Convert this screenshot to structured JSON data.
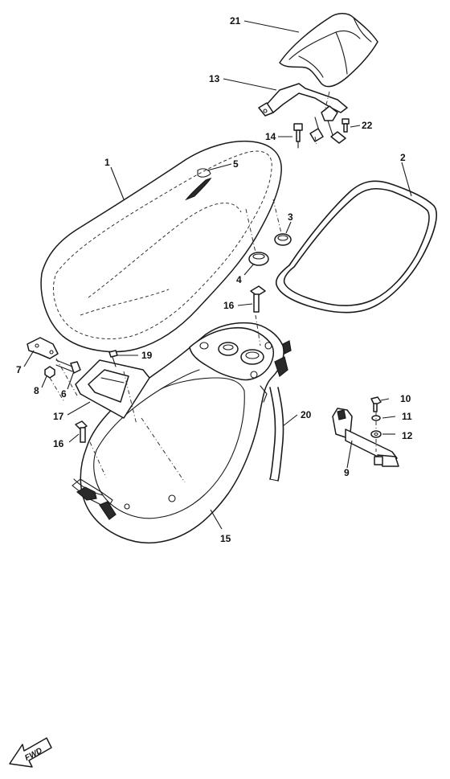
{
  "diagram": {
    "callouts": [
      {
        "id": "1",
        "label": "1"
      },
      {
        "id": "2",
        "label": "2"
      },
      {
        "id": "3",
        "label": "3"
      },
      {
        "id": "4",
        "label": "4"
      },
      {
        "id": "5",
        "label": "5"
      },
      {
        "id": "6",
        "label": "6"
      },
      {
        "id": "7",
        "label": "7"
      },
      {
        "id": "8",
        "label": "8"
      },
      {
        "id": "9",
        "label": "9"
      },
      {
        "id": "10",
        "label": "10"
      },
      {
        "id": "11",
        "label": "11"
      },
      {
        "id": "12",
        "label": "12"
      },
      {
        "id": "13",
        "label": "13"
      },
      {
        "id": "14",
        "label": "14"
      },
      {
        "id": "15",
        "label": "15"
      },
      {
        "id": "16a",
        "label": "16"
      },
      {
        "id": "16b",
        "label": "16"
      },
      {
        "id": "17",
        "label": "17"
      },
      {
        "id": "19",
        "label": "19"
      },
      {
        "id": "20",
        "label": "20"
      },
      {
        "id": "21",
        "label": "21"
      },
      {
        "id": "22",
        "label": "22"
      }
    ],
    "fwd_label": "FWD"
  }
}
